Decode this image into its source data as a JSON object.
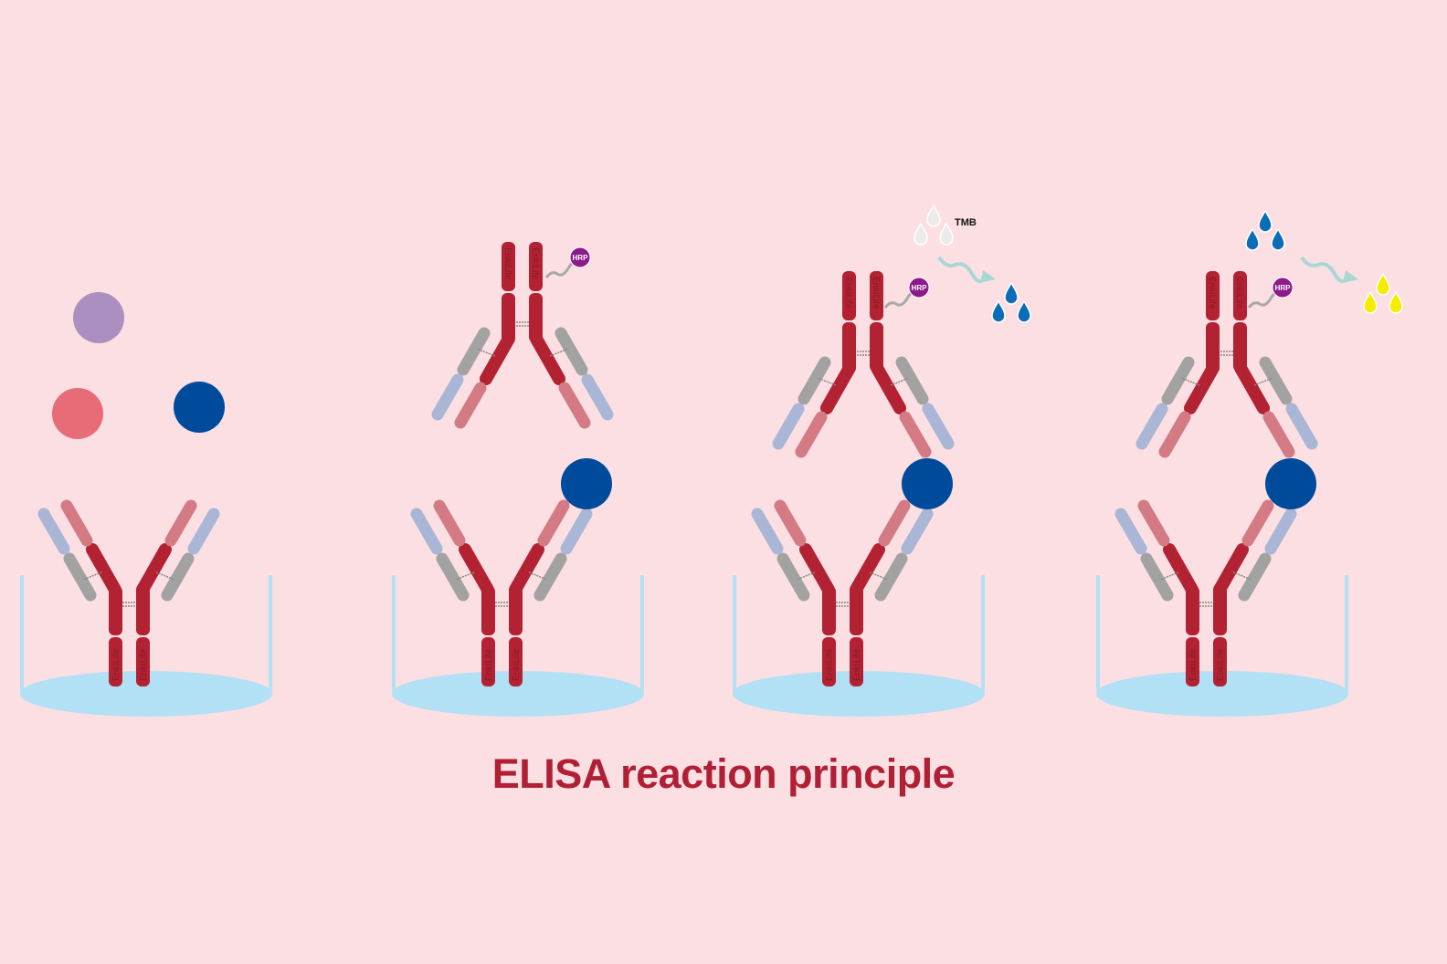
{
  "title": "ELISA reaction principle",
  "labels": {
    "substrate": "TMB",
    "enzyme": "HRP",
    "watermark": "EnkiLife"
  },
  "colors": {
    "background": "#fbdfe2",
    "heavy_chain": "#b32233",
    "light_chain_pink": "#d47a84",
    "constant_gray": "#a2a2a2",
    "variable_blue": "#a9b6d6",
    "well_liquid": "#b2e0f5",
    "antigen_target": "#004a9c",
    "antigen_purple": "#ab8fc1",
    "antigen_pink": "#e86c78",
    "hrp": "#8b1a8b",
    "tmb_drop": "#ebebeb",
    "oxidized_drop_blue": "#0b6db8",
    "product_drop_yellow": "#f5ec00",
    "arrow": "#a8d8d4",
    "title": "#b02035"
  },
  "steps": [
    {
      "name": "coating-and-sample",
      "free_antigens": [
        "purple",
        "pink",
        "blue"
      ]
    },
    {
      "name": "detection-antibody",
      "hrp": true
    },
    {
      "name": "substrate-addition",
      "hrp": true,
      "input_drops": "tmb",
      "output_drops": "blue"
    },
    {
      "name": "color-development",
      "hrp": true,
      "input_drops": "blue",
      "output_drops": "yellow"
    }
  ]
}
